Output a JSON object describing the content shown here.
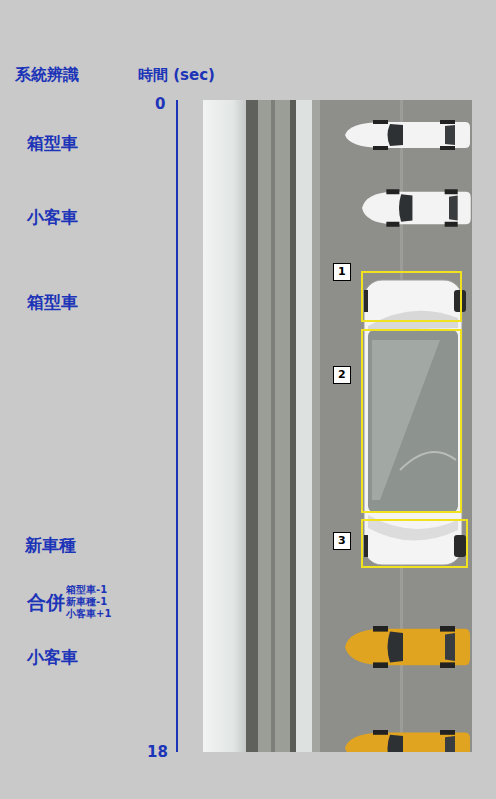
{
  "diagram": {
    "labels": [
      "系統辨識",
      "時間 (sec)",
      "0",
      "箱型車",
      "小客車",
      "箱型車",
      "1",
      "2",
      "3",
      "新車種",
      "合併",
      "箱型車-1",
      "新車種-1",
      "小客車+1",
      "小客車",
      "18"
    ]
  }
}
